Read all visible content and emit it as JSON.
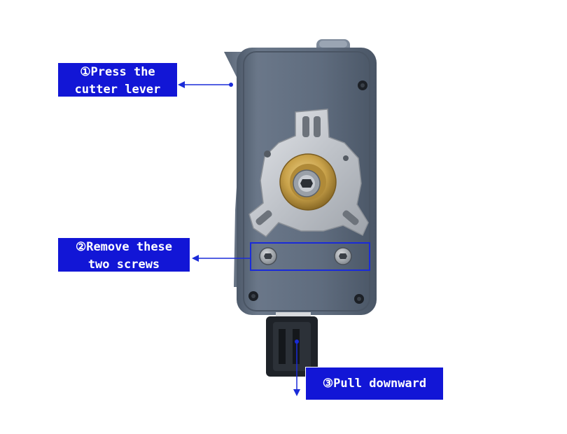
{
  "callouts": {
    "step1": {
      "line1": "①Press the",
      "line2": "cutter lever"
    },
    "step2": {
      "line1": "②Remove these",
      "line2": "two screws"
    },
    "step3": {
      "line1": "③Pull downward"
    }
  },
  "colors": {
    "callout_bg": "#1216d6",
    "callout_text": "#ffffff",
    "arrow": "#1a2bd8",
    "body": "#5d6b7d",
    "body_dark": "#3f4a58",
    "brass": "#c9a24a",
    "steel": "#c9ccd1"
  }
}
